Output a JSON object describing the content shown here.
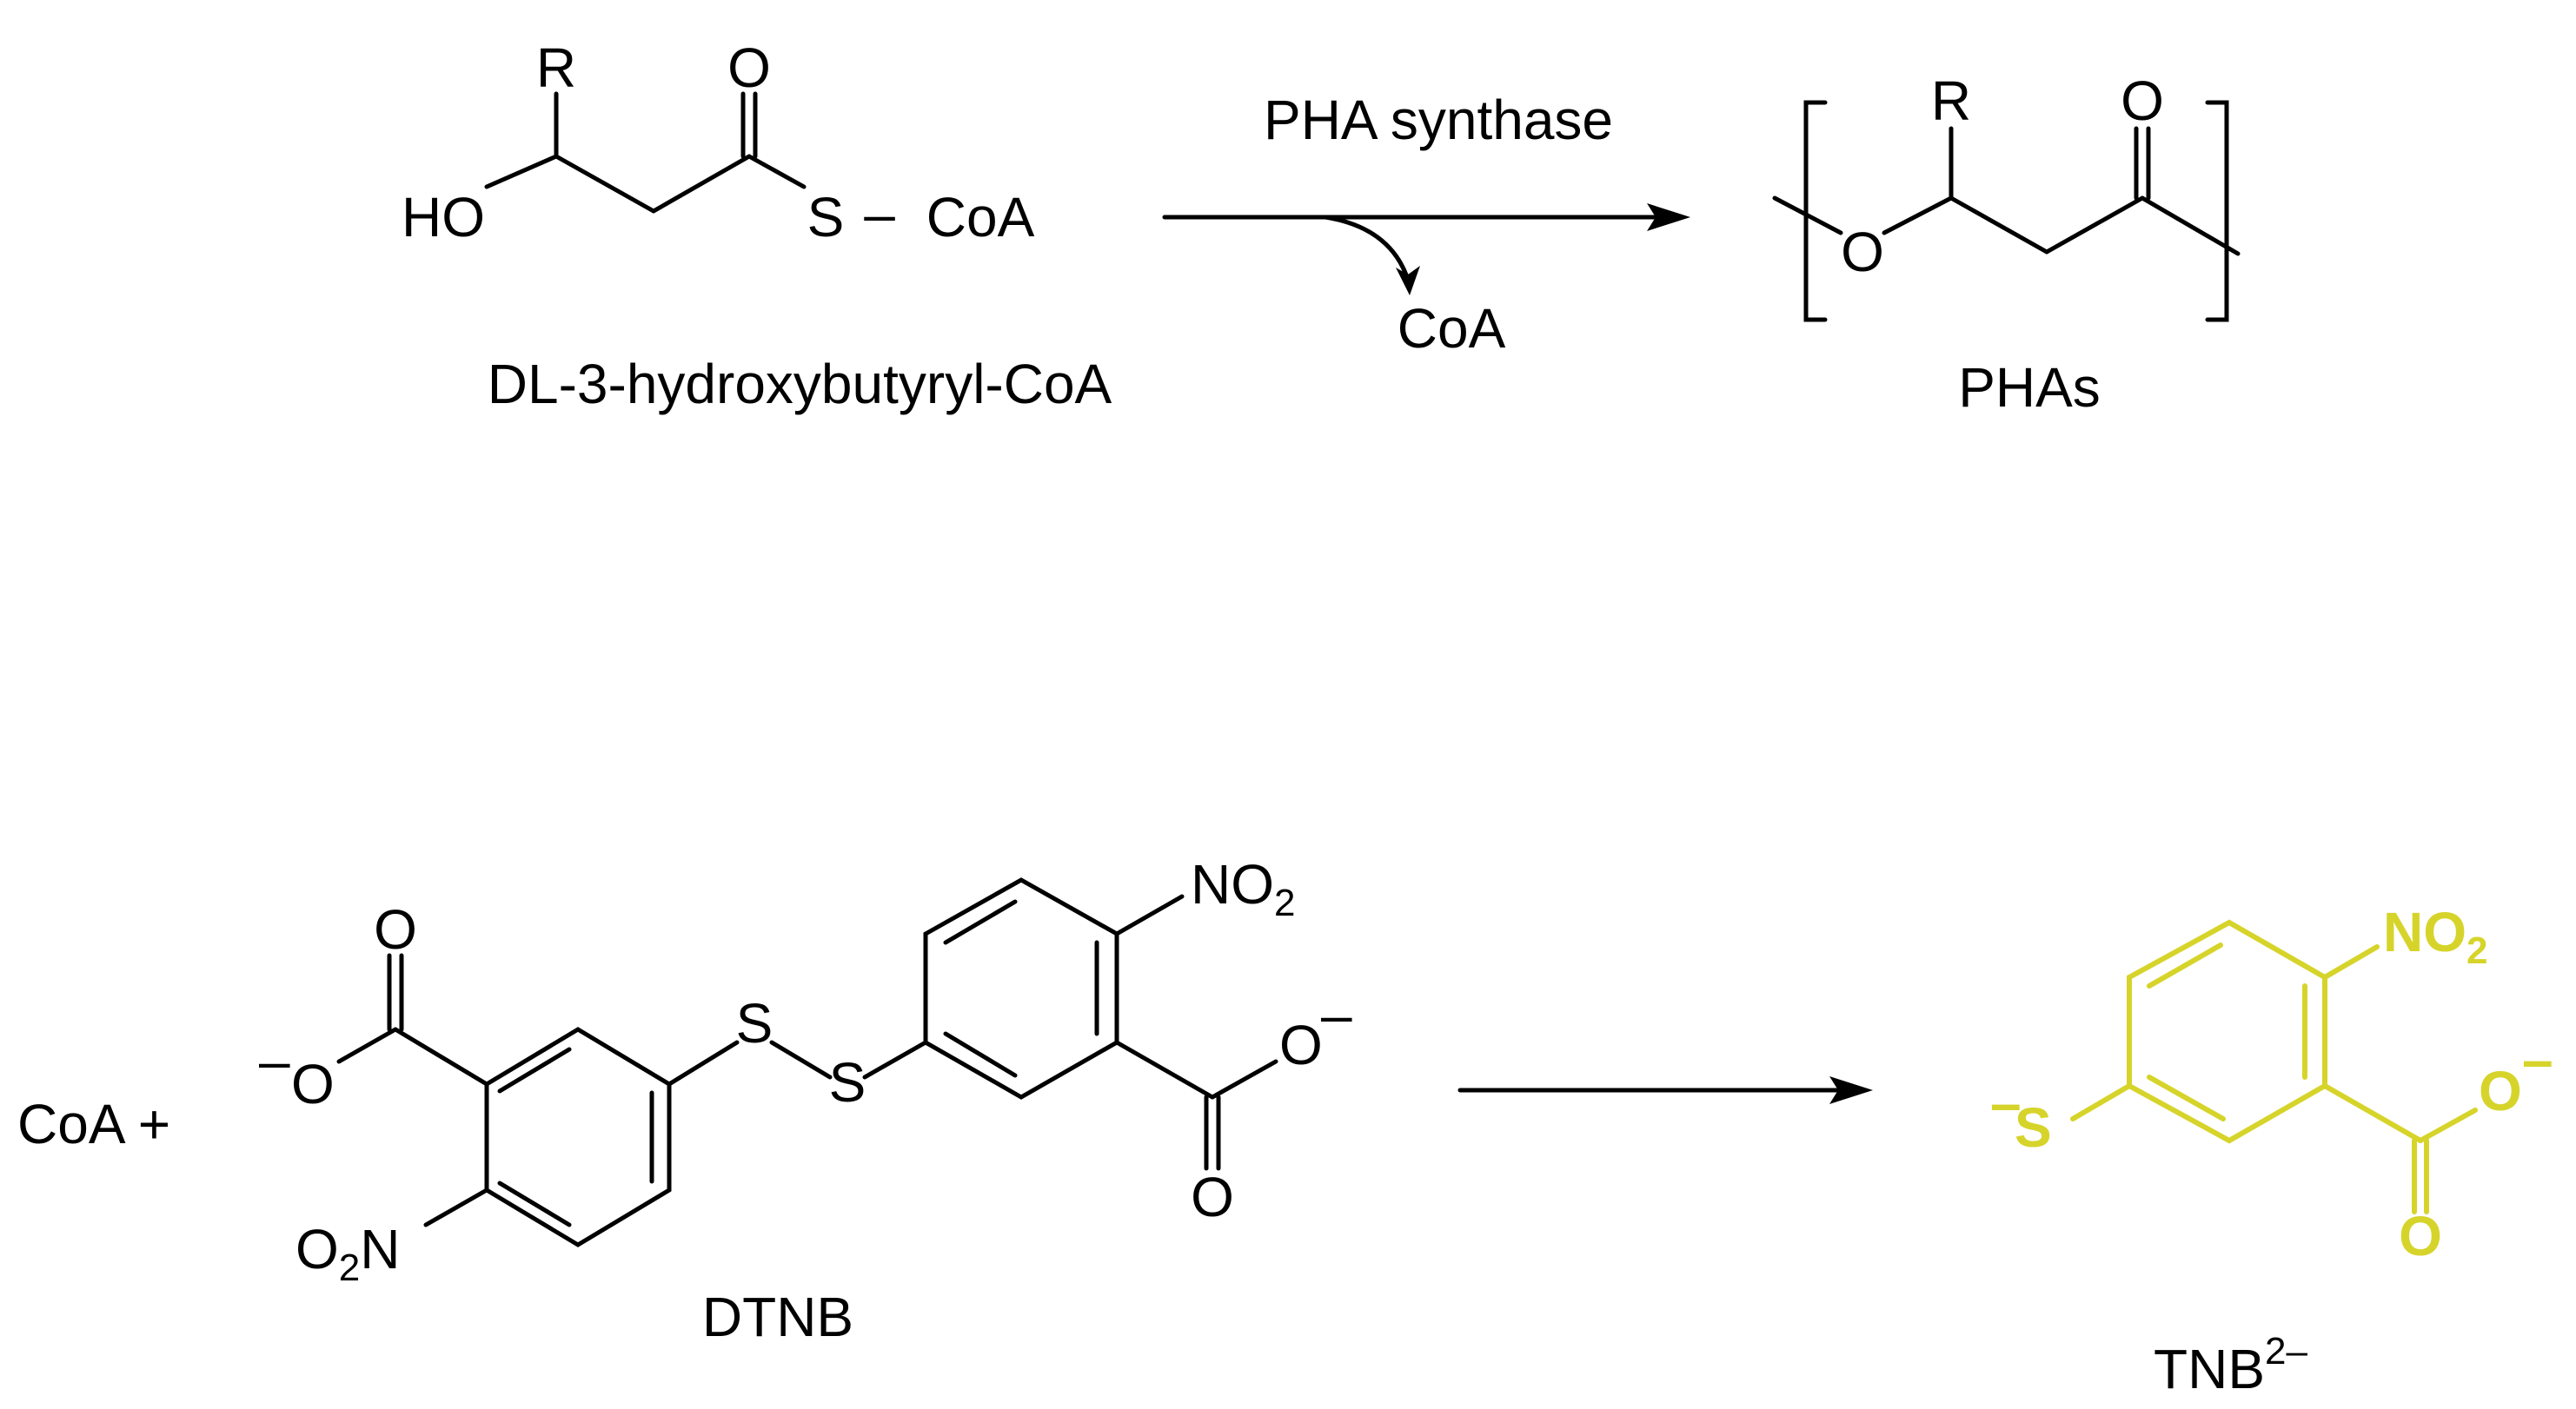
{
  "reaction1": {
    "reactant": {
      "atoms": {
        "r": "R",
        "o_carbonyl": "O",
        "ho": "HO",
        "s": "S",
        "dash": "–",
        "coa": "CoA"
      },
      "name": "DL-3-hydroxybutyryl-CoA"
    },
    "enzyme": "PHA synthase",
    "byproduct": "CoA",
    "product": {
      "atoms": {
        "r": "R",
        "o_carbonyl": "O",
        "o_ester": "O"
      },
      "name": "PHAs"
    }
  },
  "reaction2": {
    "reactant_coa": "CoA +",
    "dtnb": {
      "atoms": {
        "o_top": "O",
        "o_minus_left": "O",
        "charge_left": "–",
        "o2n": "O",
        "o2n_sub": "2",
        "o2n_n": "N",
        "s1": "S",
        "s2": "S",
        "no2_n": "NO",
        "no2_sub": "2",
        "o_minus_right": "O",
        "charge_right": "–",
        "o_bottom": "O"
      },
      "name": "DTNB"
    },
    "tnb": {
      "atoms": {
        "s": "S",
        "s_charge": "–",
        "no2": "NO",
        "no2_sub": "2",
        "o_minus": "O",
        "o_charge": "–",
        "o_bottom": "O"
      },
      "name": "TNB",
      "charge": "2–"
    }
  },
  "colors": {
    "ink": "#000000",
    "tnb_yellow": "#d6d42a",
    "background": "#ffffff"
  }
}
